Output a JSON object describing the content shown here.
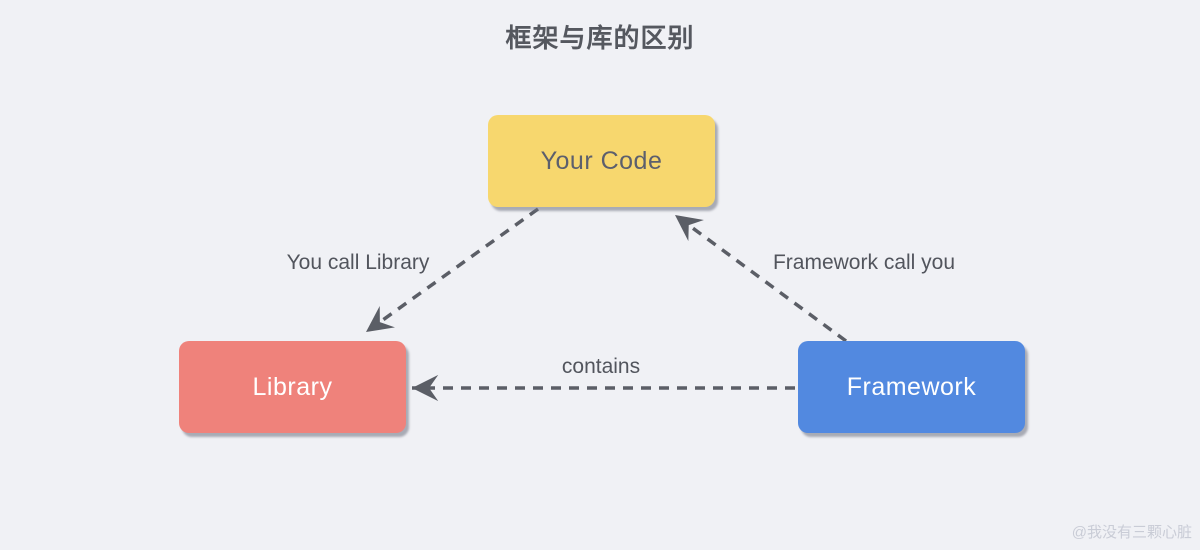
{
  "title": "框架与库的区别",
  "nodes": {
    "your_code": {
      "label": "Your Code",
      "color": "#f7d76e",
      "text_color": "#5c5f6d"
    },
    "library": {
      "label": "Library",
      "color": "#ef827b",
      "text_color": "#ffffff"
    },
    "framework": {
      "label": "Framework",
      "color": "#5289e0",
      "text_color": "#ffffff"
    }
  },
  "edges": {
    "you_call_library": {
      "label": "You call Library",
      "from": "Your Code",
      "to": "Library",
      "style": "dashed-arrow"
    },
    "framework_call_you": {
      "label": "Framework call you",
      "from": "Framework",
      "to": "Your Code",
      "style": "dashed-arrow"
    },
    "contains": {
      "label": "contains",
      "from": "Framework",
      "to": "Library",
      "style": "dashed-arrow"
    }
  },
  "watermark": "@我没有三颗心脏",
  "colors": {
    "background": "#f0f1f5",
    "arrow": "#5b5e66",
    "edge_label_text": "#52555d",
    "title_text": "#55585f",
    "watermark_text": "#c9ccd6"
  }
}
